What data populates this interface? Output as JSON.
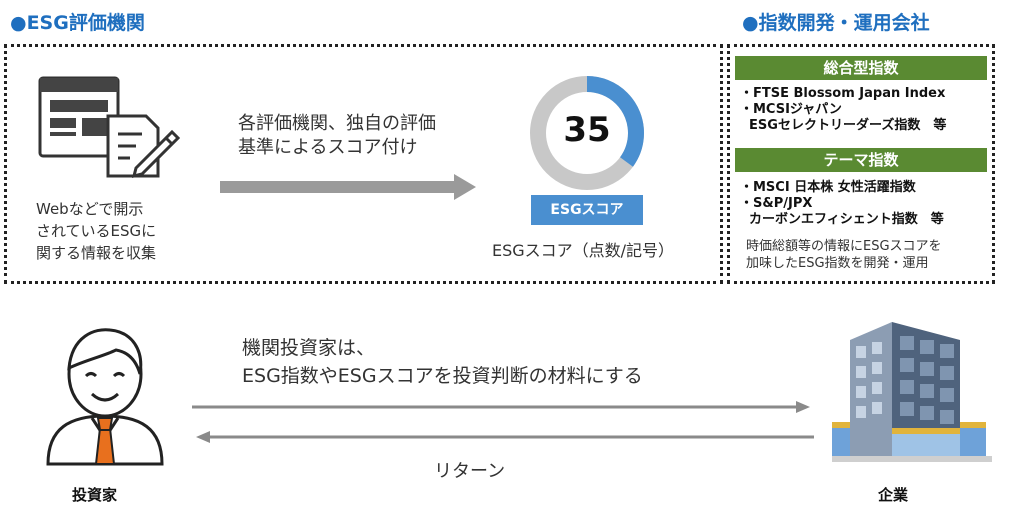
{
  "left_section": {
    "title": "●ESG評価機関",
    "collect_text": [
      "Webなどで開示",
      "されているESGに",
      "関する情報を収集"
    ],
    "process_text": [
      "各評価機関、独自の評価",
      "基準によるスコア付け"
    ],
    "score_value": "35",
    "score_badge": "ESGスコア",
    "score_caption": "ESGスコア（点数/記号）"
  },
  "right_section": {
    "title": "●指数開発・運用会社",
    "groups": [
      {
        "header": "総合型指数",
        "items": [
          "・FTSE Blossom Japan Index",
          "・MCSIジャパン",
          "  ESGセレクトリーダーズ指数　等"
        ]
      },
      {
        "header": "テーマ指数",
        "items": [
          "・MSCI 日本株 女性活躍指数",
          "・S&P/JPX",
          "  カーボンエフィシェント指数　等"
        ]
      }
    ],
    "note": [
      "時価総額等の情報にESGスコアを",
      "加味したESG指数を開発・運用"
    ]
  },
  "bottom": {
    "message": [
      "機関投資家は、",
      "ESG指数やESGスコアを投資判断の材料にする"
    ],
    "return_label": "リターン",
    "investor_label": "投資家",
    "company_label": "企業"
  },
  "colors": {
    "accent_blue": "#1f6fbf",
    "score_blue": "#4a8fd0",
    "green_bar": "#5a8a32",
    "arrow_gray": "#9a9a9a"
  }
}
